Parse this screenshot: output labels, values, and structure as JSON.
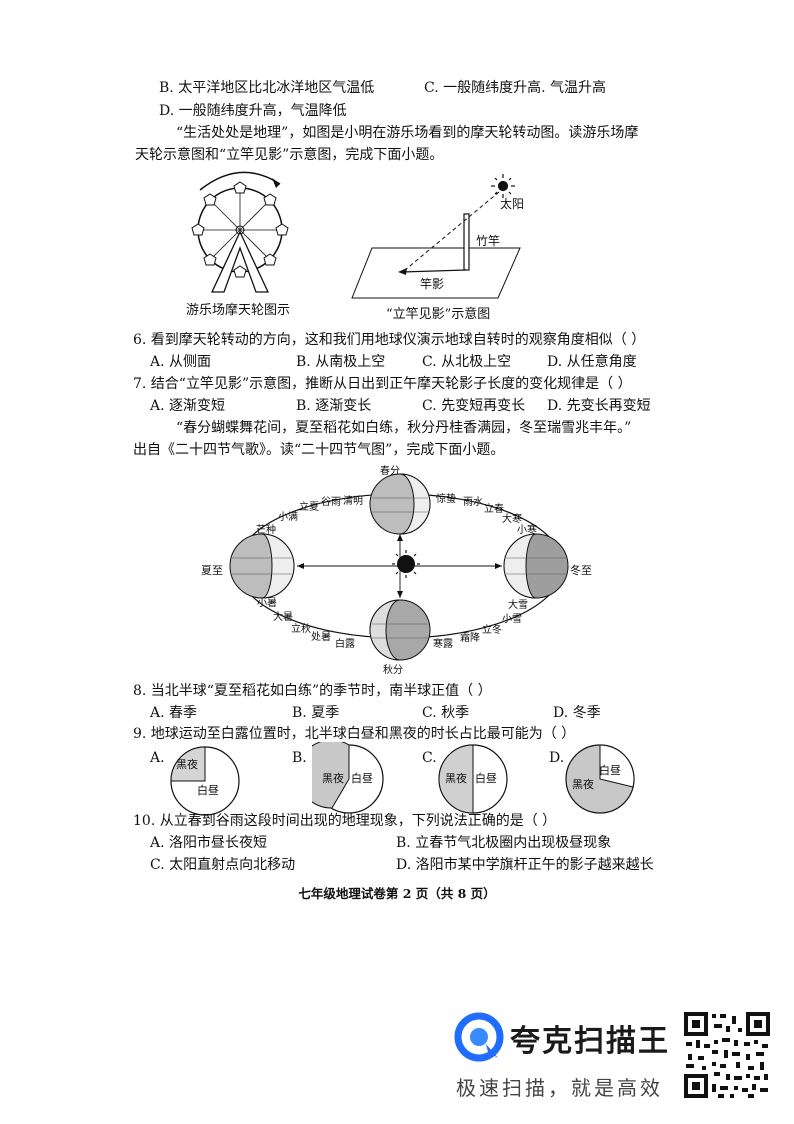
{
  "q5_options": {
    "b": "B. 太平洋地区比北冰洋地区气温低",
    "c": "C. 一般随纬度升高. 气温升高",
    "d": "D. 一般随纬度升高，气温降低"
  },
  "intro1": {
    "line1": "“生活处处是地理”，如图是小明在游乐场看到的摩天轮转动图。读游乐场摩",
    "line2": "天轮示意图和“立竿见影”示意图，完成下面小题。"
  },
  "fig1": {
    "ferris_caption": "游乐场摩天轮图示",
    "shadow_caption": "“立竿见影”示意图",
    "sun_label": "太阳",
    "pole_label": "竹竿",
    "shadow_label": "竿影"
  },
  "q6": {
    "stem": "6. 看到摩天轮转动的方向，这和我们用地球仪演示地球自转时的观察角度相似（      ）",
    "a": "A. 从侧面",
    "b": "B. 从南极上空",
    "c": "C. 从北极上空",
    "d": "D. 从任意角度"
  },
  "q7": {
    "stem": "7. 结合“立竿见影”示意图，推断从日出到正午摩天轮影子长度的变化规律是（      ）",
    "a": "A. 逐渐变短",
    "b": "B. 逐渐变长",
    "c": "C. 先变短再变长",
    "d": "D. 先变长再变短"
  },
  "intro2": {
    "line1": "“春分蝴蝶舞花间，夏至稻花如白练，秋分丹桂香满园，冬至瑞雪兆丰年。”",
    "line2": "出自《二十四节气歌》。读“二十四节气图”，完成下面小题。"
  },
  "terms": {
    "chunfen": "春分",
    "qiufen": "秋分",
    "xiazhi": "夏至",
    "dongzhi": "冬至",
    "qingming": "清明",
    "guyu": "谷雨",
    "lixia": "立夏",
    "xiaoman": "小满",
    "mangzhong": "芒种",
    "jingzhe": "惊蛰",
    "yushui": "雨水",
    "lichun": "立春",
    "dahan": "大寒",
    "xiaohan": "小寒",
    "xiaoshu": "小暑",
    "dashu": "大暑",
    "liqiu": "立秋",
    "chushu": "处暑",
    "bailu": "白露",
    "hanlu": "寒露",
    "shuangjiang": "霜降",
    "lidong": "立冬",
    "xiaoxue": "小雪",
    "daxue": "大雪"
  },
  "q8": {
    "stem": "8. 当北半球“夏至稻花如白练”的季节时，南半球正值（      ）",
    "a": "A. 春季",
    "b": "B. 夏季",
    "c": "C. 秋季",
    "d": "D. 冬季"
  },
  "q9": {
    "stem": "9. 地球运动至白露位置时，北半球白昼和黑夜的时长占比最可能为（      ）",
    "labels": [
      "A.",
      "B.",
      "C.",
      "D."
    ],
    "night": "黑夜",
    "day": "白昼"
  },
  "q10": {
    "stem": "10. 从立春到谷雨这段时间出现的地理现象，下列说法正确的是（      ）",
    "a": "A. 洛阳市昼长夜短",
    "b": "B. 立春节气北极圈内出现极昼现象",
    "c": "C. 太阳直射点向北移动",
    "d": "D. 洛阳市某中学旗杆正午的影子越来越长"
  },
  "footer": "七年级地理试卷第 2 页（共 8 页）",
  "brand": {
    "name": "夸克扫描王",
    "slogan": "极速扫描，就是高效"
  }
}
